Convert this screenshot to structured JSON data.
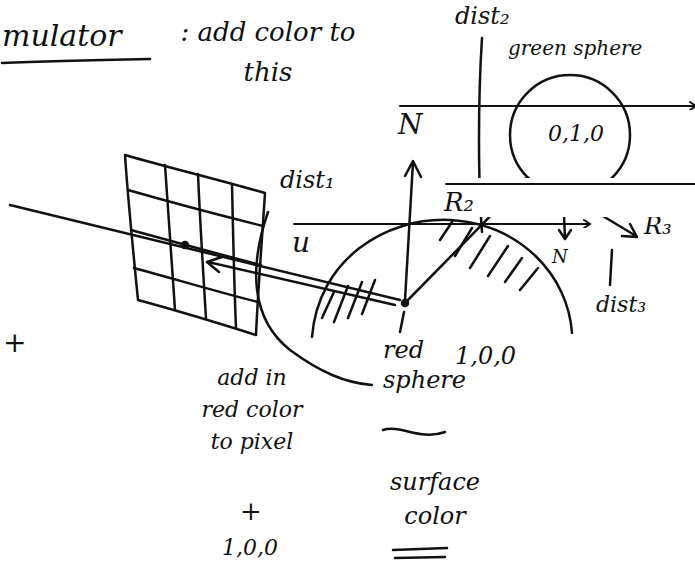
{
  "diagram": {
    "nodes": [
      {
        "text": [
          "red sphere",
          "1,0,0"
        ]
      },
      {
        "text": [
          "green sphere",
          "0,1,0"
        ]
      }
    ],
    "edges": [
      {
        "from": 0,
        "to": 1,
        "arrow": "to",
        "label": "R₂"
      }
    ],
    "labels": [
      "mulator",
      ": add color to this",
      "dist₁",
      "u",
      "N",
      "dist₂",
      "N",
      "R₃",
      "dist₃",
      "add in red color to pixel",
      "+",
      "1,0,0",
      "surface color",
      "+"
    ]
  }
}
